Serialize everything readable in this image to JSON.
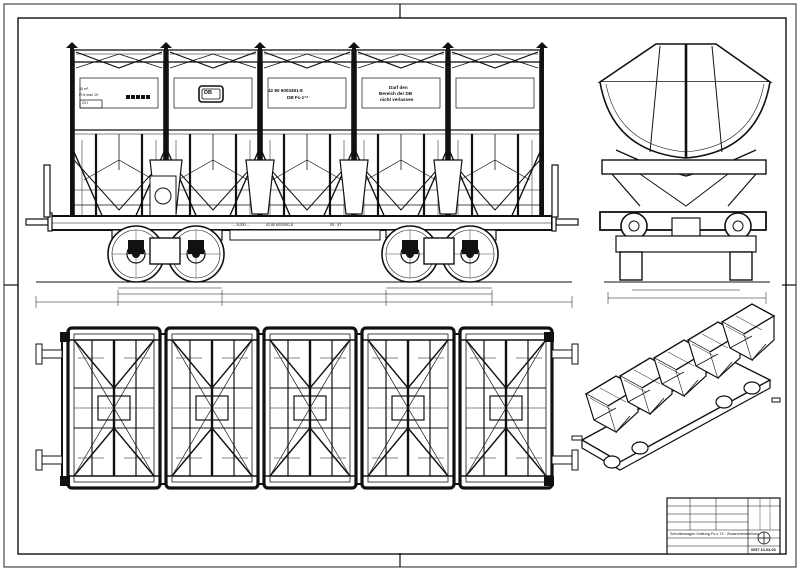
{
  "panel_left": {
    "capacity": "35 m³",
    "series_code": "Ft 6 max 19",
    "weight_box": "23 t"
  },
  "panel_center": {
    "number_line": "42 80  6003491-8",
    "class_line": "DB Fc-z⁷⁴"
  },
  "panel_notice": {
    "line1": "Darf den",
    "line2": "Bereich der DB",
    "line3": "nicht verlassen"
  },
  "db_logo": "DB",
  "frame_number": "42 80  6003491-8",
  "frame_small_left": "↔ 6,000 ↔",
  "frame_small_right": "00 · 97",
  "title_block": {
    "title_line": "Schotterwagen Gattung Fc-z 74 · Zusammenstellung",
    "drawing_number": "0057 10-03-00"
  },
  "icons": [
    "db-logo-icon",
    "railway-emblem-icon"
  ]
}
